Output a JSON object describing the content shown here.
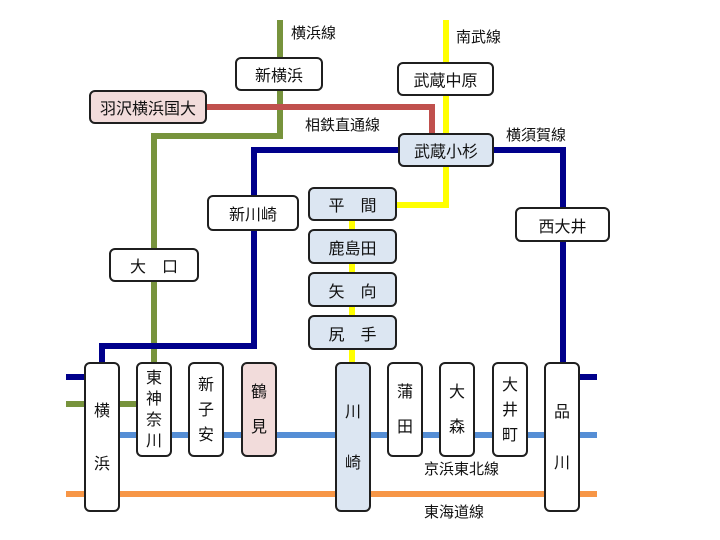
{
  "colors": {
    "yokohama_line": "#77933c",
    "nambu_line": "#ffff00",
    "sotetsu_line": "#c0504d",
    "yokosuka_line": "#00008b",
    "keihin_tohoku_line": "#558ed5",
    "tokaido_line": "#f79646",
    "station_fill": "#ffffff",
    "station_fill_blue": "#dce6f2",
    "station_fill_pink": "#f2dcdb"
  },
  "lines": {
    "yokohama": "横浜線",
    "nambu": "南武線",
    "sotetsu": "相鉄直通線",
    "yokosuka": "横須賀線",
    "keihin_tohoku": "京浜東北線",
    "tokaido": "東海道線"
  },
  "stations": {
    "shin_yokohama": "新横浜",
    "musashi_nakahara": "武蔵中原",
    "hazawa": "羽沢横浜国大",
    "musashi_kosugi": "武蔵小杉",
    "shin_kawasaki": "新川崎",
    "nishi_oi": "西大井",
    "hirama": "平間",
    "kashimada": "鹿島田",
    "yako": "矢向",
    "shiriteshi": "尻手",
    "oguchi": "大口",
    "yokohama": [
      "横",
      "浜"
    ],
    "higashi_kanagawa": [
      "東",
      "神",
      "奈",
      "川"
    ],
    "shin_koyasu": [
      "新",
      "子",
      "安"
    ],
    "tsurumi": [
      "鶴",
      "見"
    ],
    "kawasaki": [
      "川",
      "崎"
    ],
    "kamata": [
      "蒲",
      "田"
    ],
    "omori": [
      "大",
      "森"
    ],
    "oimachi": [
      "大",
      "井",
      "町"
    ],
    "shinagawa": [
      "品",
      "川"
    ]
  }
}
